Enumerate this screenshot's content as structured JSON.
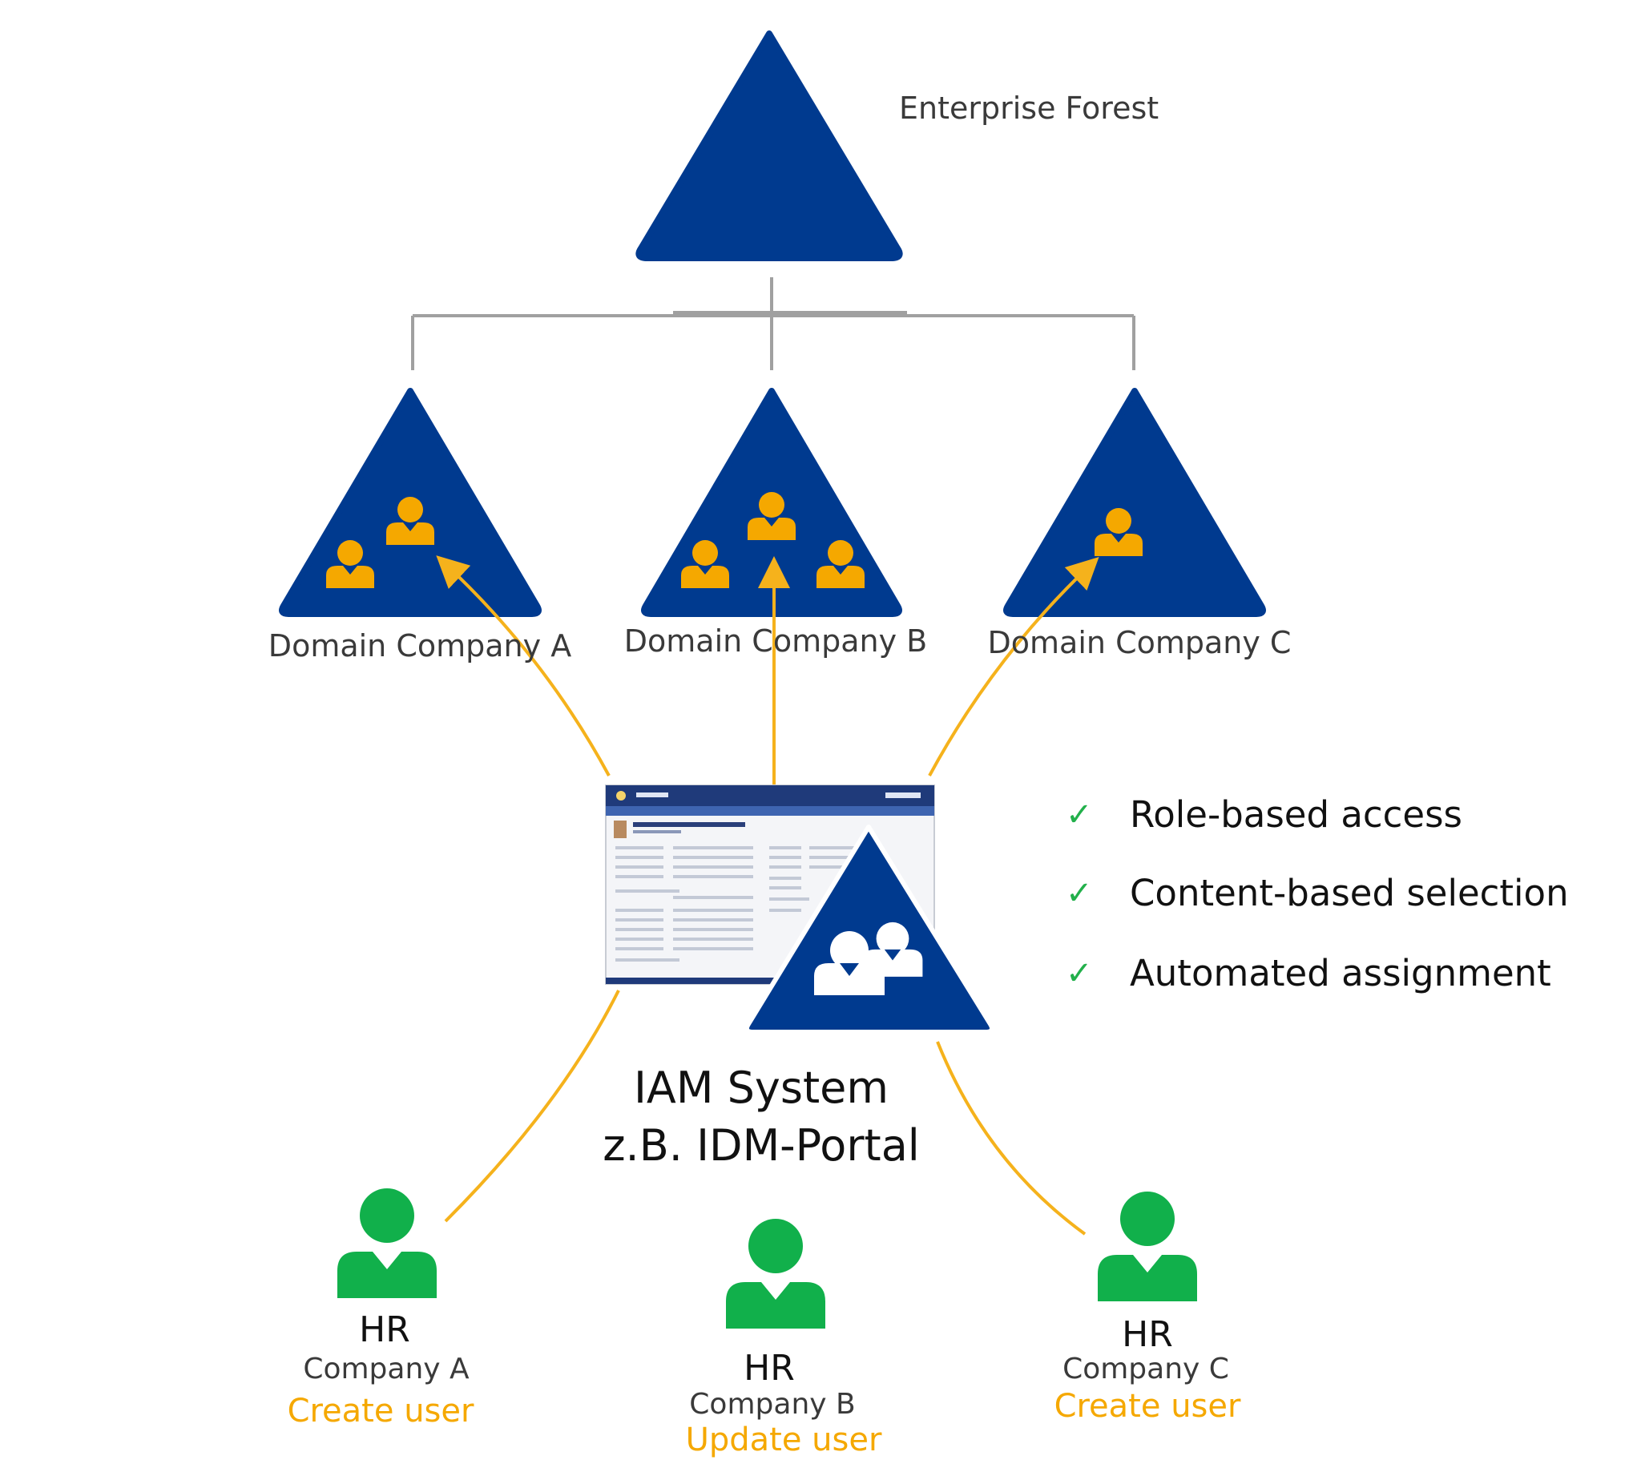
{
  "colors": {
    "triangle": "#003a8f",
    "domain_users": "#f5a800",
    "arrows": "#f5b21c",
    "connector": "#a0a0a0",
    "hr_users": "#11b04b",
    "check": "#22b04b",
    "action_text": "#f5a800"
  },
  "forest": {
    "label": "Enterprise Forest"
  },
  "domains": [
    {
      "label": "Domain Company A"
    },
    {
      "label": "Domain Company B"
    },
    {
      "label": "Domain Company C"
    }
  ],
  "iam": {
    "line1": "IAM System",
    "line2": "z.B. IDM-Portal"
  },
  "features": [
    {
      "check": "✓",
      "label": "Role-based access"
    },
    {
      "check": "✓",
      "label": "Content-based selection"
    },
    {
      "check": "✓",
      "label": "Automated assignment"
    }
  ],
  "hr": [
    {
      "title": "HR",
      "company": "Company A",
      "action": "Create user"
    },
    {
      "title": "HR",
      "company": "Company B",
      "action": "Update user"
    },
    {
      "title": "HR",
      "company": "Company C",
      "action": "Create user"
    }
  ],
  "icons": [
    "user-group-icon",
    "user-icon",
    "checkmark-icon",
    "portal-screenshot"
  ]
}
